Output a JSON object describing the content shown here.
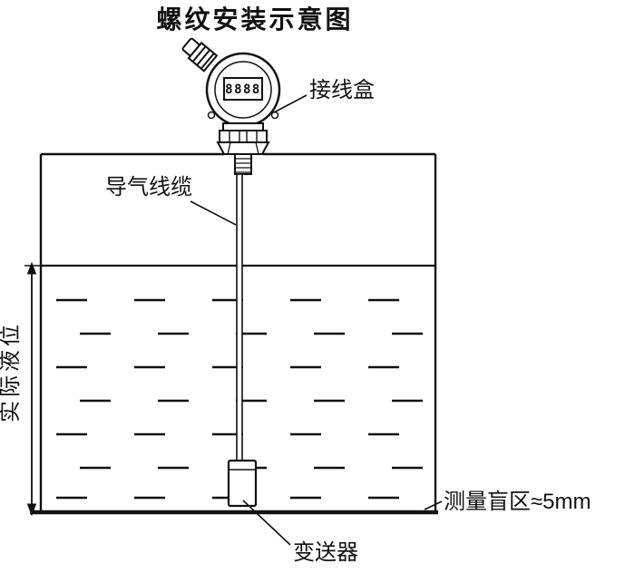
{
  "title": "螺纹安装示意图",
  "device": {
    "display_value": "8888",
    "junction_box_label": "接线盒"
  },
  "cable": {
    "label": "导气线缆"
  },
  "tank": {
    "actual_level_label": "实际液位",
    "blind_zone_label": "测量盲区≈5mm"
  },
  "probe": {
    "label": "变送器"
  },
  "colors": {
    "ink": "#111111",
    "background": "#ffffff"
  }
}
